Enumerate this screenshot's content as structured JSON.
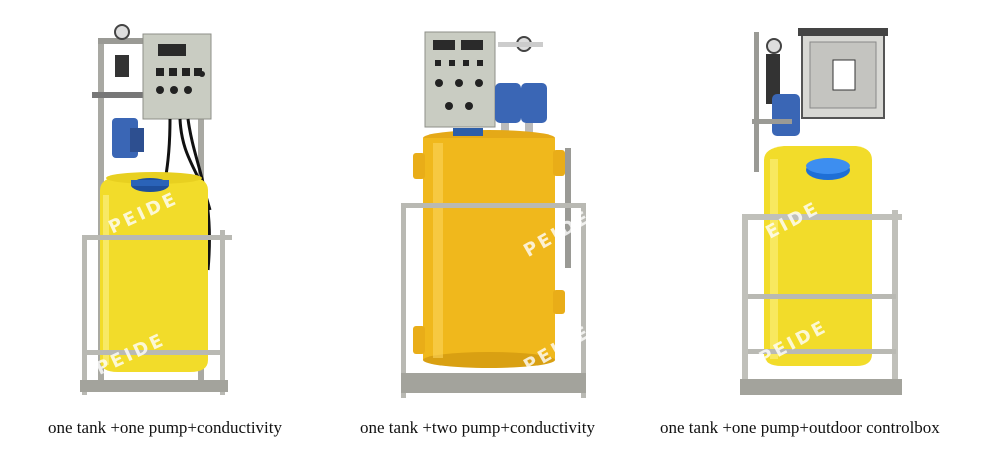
{
  "products": [
    {
      "caption": "one tank +one pump+conductivity"
    },
    {
      "caption": "one tank +two pump+conductivity"
    },
    {
      "caption": "one tank +one pump+outdoor controlbox"
    }
  ],
  "watermark": "PEIDE",
  "colors": {
    "tank_yellow": "#f2dc2a",
    "tank_amber": "#f0b81c",
    "frame_steel": "#b9b9b3",
    "panel_grey": "#c9ccc2",
    "pump_blue": "#3a66b5",
    "lid_blue": "#1e6fd6"
  }
}
